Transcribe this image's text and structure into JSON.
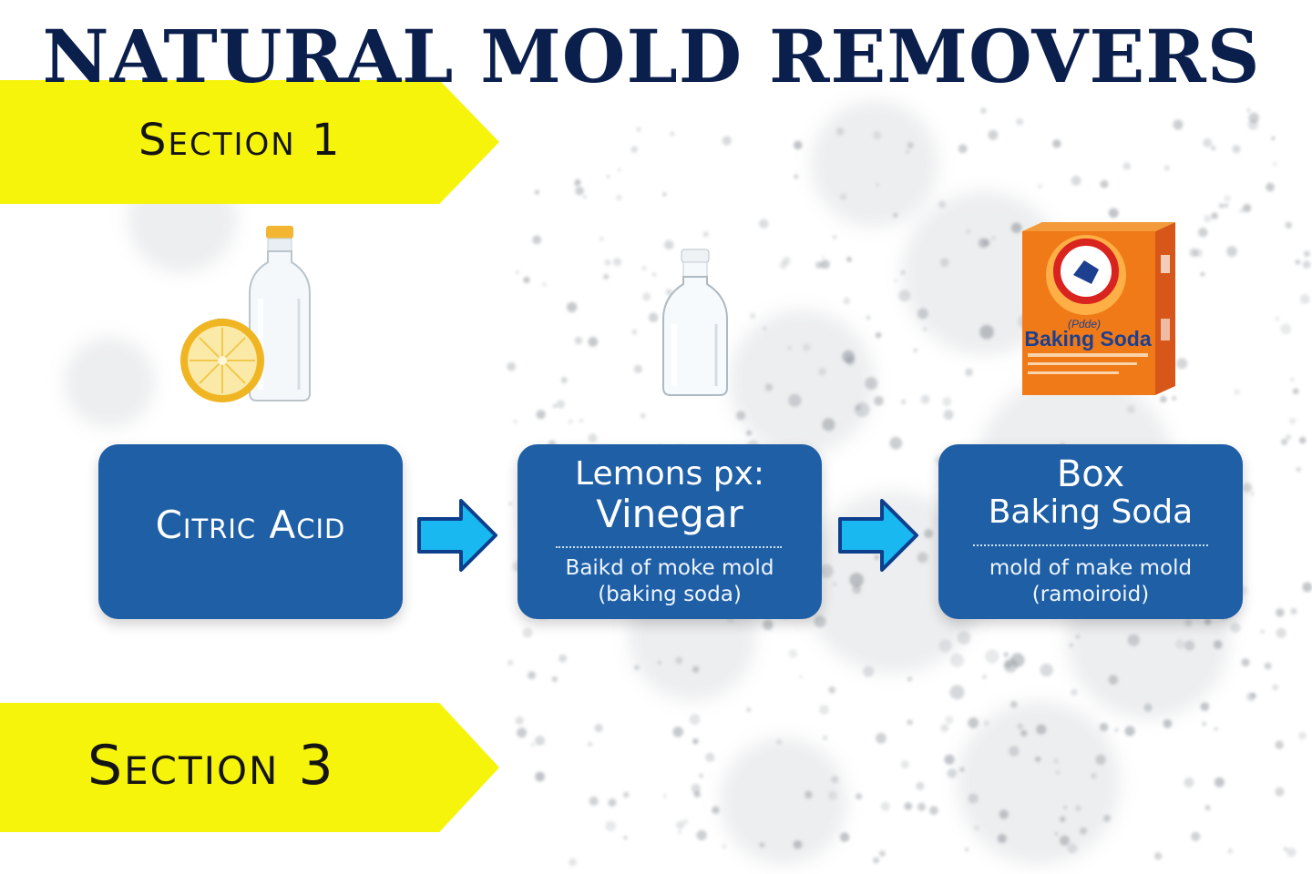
{
  "title": "NATURAL MOLD REMOVERS",
  "sections": [
    {
      "label": "Section  1"
    },
    {
      "label": "Section  3"
    }
  ],
  "cards": [
    {
      "main": "Citric Acid"
    },
    {
      "top": "Lemons px:",
      "main": "Vinegar",
      "sub_line1": "Baikd of moke mold",
      "sub_line2": "(baking soda)"
    },
    {
      "top": "Box",
      "main": "Baking Soda",
      "sub_line1": "mold of make mold",
      "sub_line2": "(ramoiroid)"
    }
  ],
  "product_box": {
    "small_label": "(Pdde)",
    "brand_label": "Baking Soda"
  },
  "icons": [
    "lemon-icon",
    "glass-bottle-icon",
    "baking-soda-box-icon",
    "right-arrow-icon"
  ],
  "colors": {
    "title": "#0b1f4d",
    "banner": "#f6f40b",
    "card": "#1f5fa6",
    "arrow_fill": "#1ab8f0",
    "arrow_stroke": "#0d3f8c",
    "box_orange": "#f07a18"
  }
}
